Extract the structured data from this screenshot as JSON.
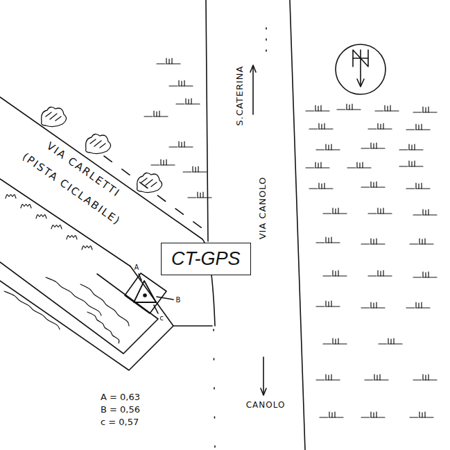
{
  "diagram": {
    "nodes": [
      {
        "text": [
          "CT-GPS"
        ]
      }
    ],
    "labels": [
      "S.CATERINA",
      "VIA CANOLO",
      "CANOLO",
      "VIA CARLETTI",
      "(PISTA CICLABILE)",
      "A",
      "B",
      "c",
      "A = 0,63",
      "B = 0,56",
      "c = 0,57"
    ]
  }
}
